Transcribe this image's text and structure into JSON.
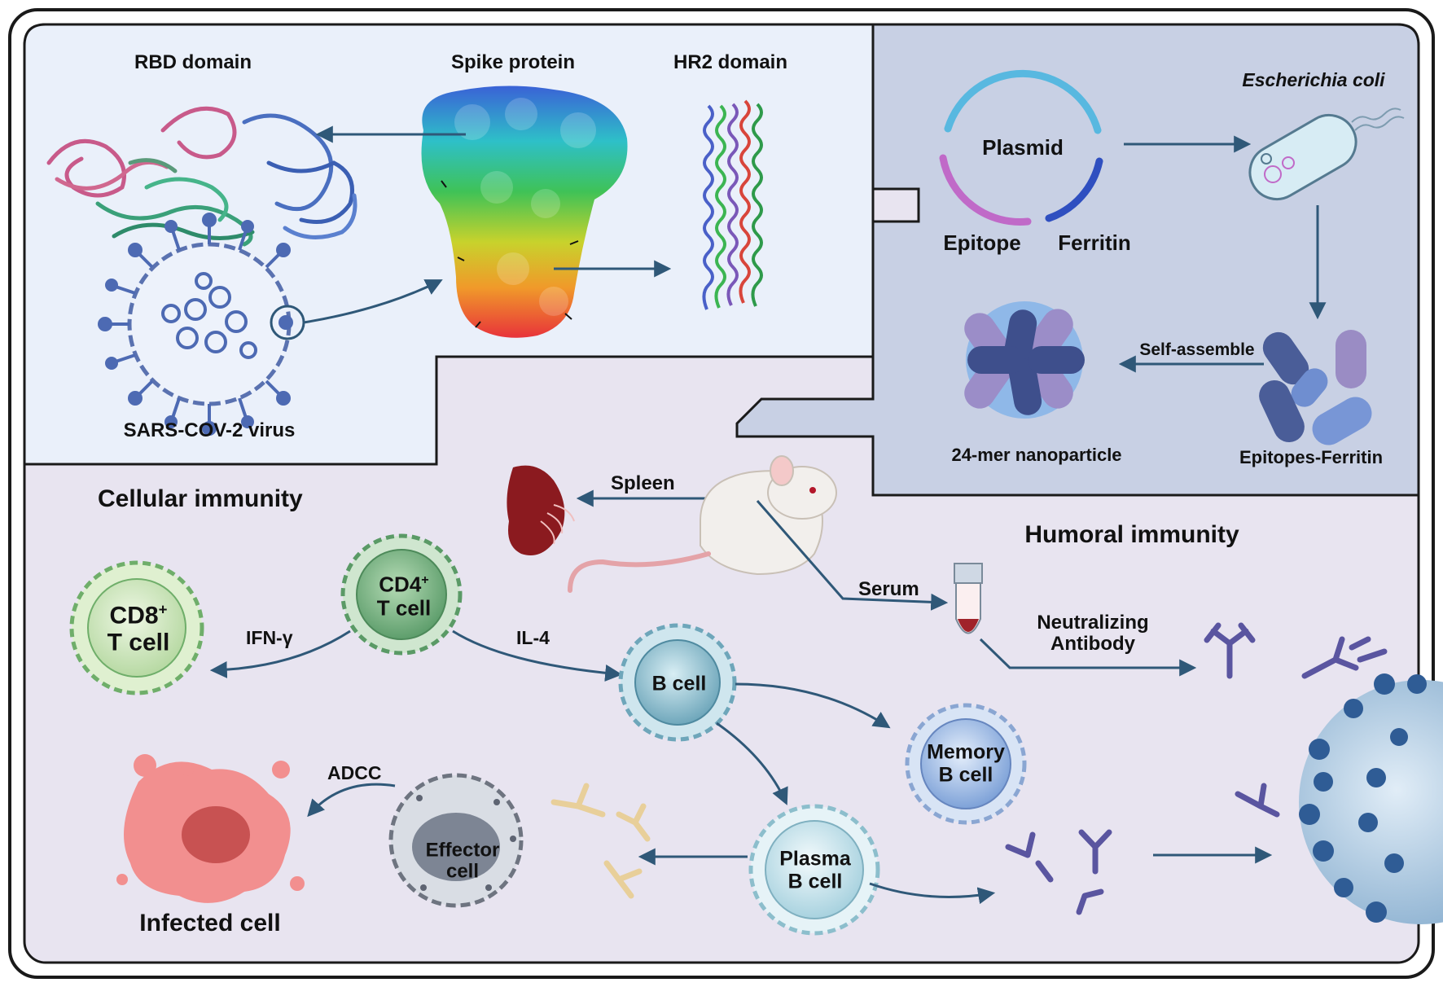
{
  "top_left_panel": {
    "rbd_domain": "RBD domain",
    "spike_protein": "Spike protein",
    "hr2_domain": "HR2 domain",
    "virus": "SARS-COV-2 virus"
  },
  "top_right_panel": {
    "organism": "Escherichia coli",
    "plasmid": "Plasmid",
    "epitope": "Epitope",
    "ferritin": "Ferritin",
    "self_assemble": "Self-assemble",
    "nanoparticle": "24-mer nanoparticle",
    "epitopes_ferritin": "Epitopes-Ferritin"
  },
  "bottom_panel": {
    "cellular_immunity": "Cellular immunity",
    "humoral_immunity": "Humoral immunity",
    "spleen": "Spleen",
    "serum": "Serum",
    "neutralizing_line1": "Neutralizing",
    "neutralizing_line2": "Antibody",
    "cd8_line1": "CD8",
    "cd8_sup": "+",
    "cd8_line2": "T cell",
    "cd4_line1": "CD4",
    "cd4_sup": "+",
    "cd4_line2": "T cell",
    "ifn": "IFN-γ",
    "il4": "IL-4",
    "b_cell": "B cell",
    "memory_line1": "Memory",
    "memory_line2": "B cell",
    "plasma_line1": "Plasma",
    "plasma_line2": "B cell",
    "effector_line1": "Effector",
    "effector_line2": "cell",
    "adcc": "ADCC",
    "infected_cell": "Infected cell"
  },
  "colors": {
    "panel_top_left": "#eaf0fa",
    "panel_top_right": "#c8d0e4",
    "panel_bottom": "#e8e4f0",
    "arrow": "#2f5878",
    "border": "#1a1a1a"
  }
}
